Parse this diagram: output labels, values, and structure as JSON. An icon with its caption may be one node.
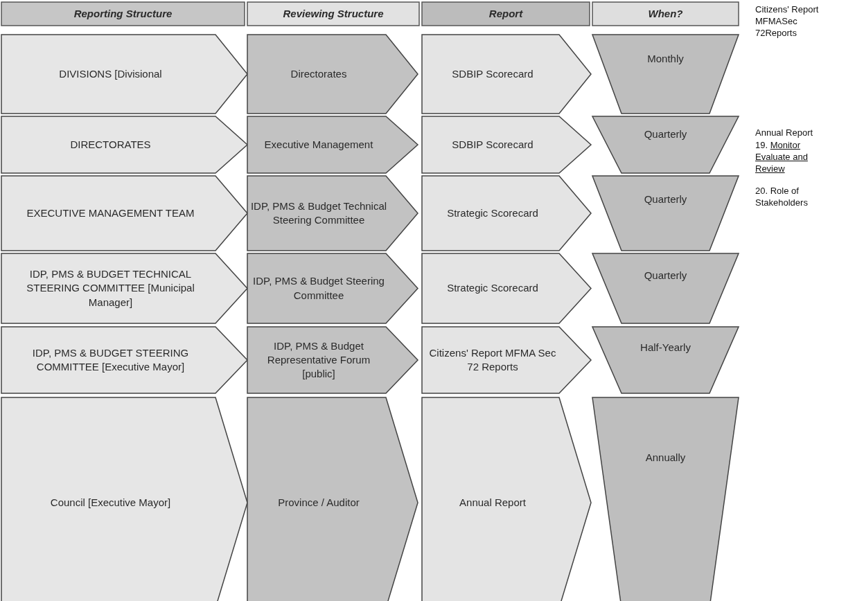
{
  "diagram": {
    "nodes": [
      {
        "text": [
          "Reporting Structure"
        ]
      },
      {
        "text": [
          "Reviewing Structure"
        ]
      },
      {
        "text": [
          "Report"
        ]
      },
      {
        "text": [
          "When?"
        ]
      },
      {
        "text": [
          "DIVISIONS [Divisional"
        ]
      },
      {
        "text": [
          "Directorates"
        ]
      },
      {
        "text": [
          "SDBIP Scorecard"
        ]
      },
      {
        "text": [
          "Monthly"
        ]
      },
      {
        "text": [
          "DIRECTORATES"
        ]
      },
      {
        "text": [
          "Executive Management"
        ]
      },
      {
        "text": [
          "SDBIP Scorecard"
        ]
      },
      {
        "text": [
          "Quarterly"
        ]
      },
      {
        "text": [
          "EXECUTIVE MANAGEMENT TEAM"
        ]
      },
      {
        "text": [
          "IDP, PMS & Budget Technical Steering Committee"
        ]
      },
      {
        "text": [
          "Strategic Scorecard"
        ]
      },
      {
        "text": [
          "Quarterly"
        ]
      },
      {
        "text": [
          "IDP, PMS & BUDGET TECHNICAL STEERING COMMITTEE [Municipal Manager]"
        ]
      },
      {
        "text": [
          "IDP, PMS & Budget Steering Committee"
        ]
      },
      {
        "text": [
          "Strategic Scorecard"
        ]
      },
      {
        "text": [
          "Quarterly"
        ]
      },
      {
        "text": [
          "IDP, PMS & BUDGET STEERING COMMITTEE [Executive Mayor]"
        ]
      },
      {
        "text": [
          "IDP, PMS & Budget Representative Forum [public]"
        ]
      },
      {
        "text": [
          "Citizens' Report MFMA Sec 72 Reports"
        ]
      },
      {
        "text": [
          "Half-Yearly"
        ]
      },
      {
        "text": [
          "Council [Executive Mayor]"
        ]
      },
      {
        "text": [
          "Province / Auditor"
        ]
      },
      {
        "text": [
          "Annual Report"
        ]
      },
      {
        "text": [
          "Annually"
        ]
      }
    ],
    "labels": [
      "Citizens' Report MFMASec 72Reports",
      "Annual Report",
      "19.",
      "Monitor Evaluate and Review",
      "20. Role of Stakeholders"
    ]
  }
}
